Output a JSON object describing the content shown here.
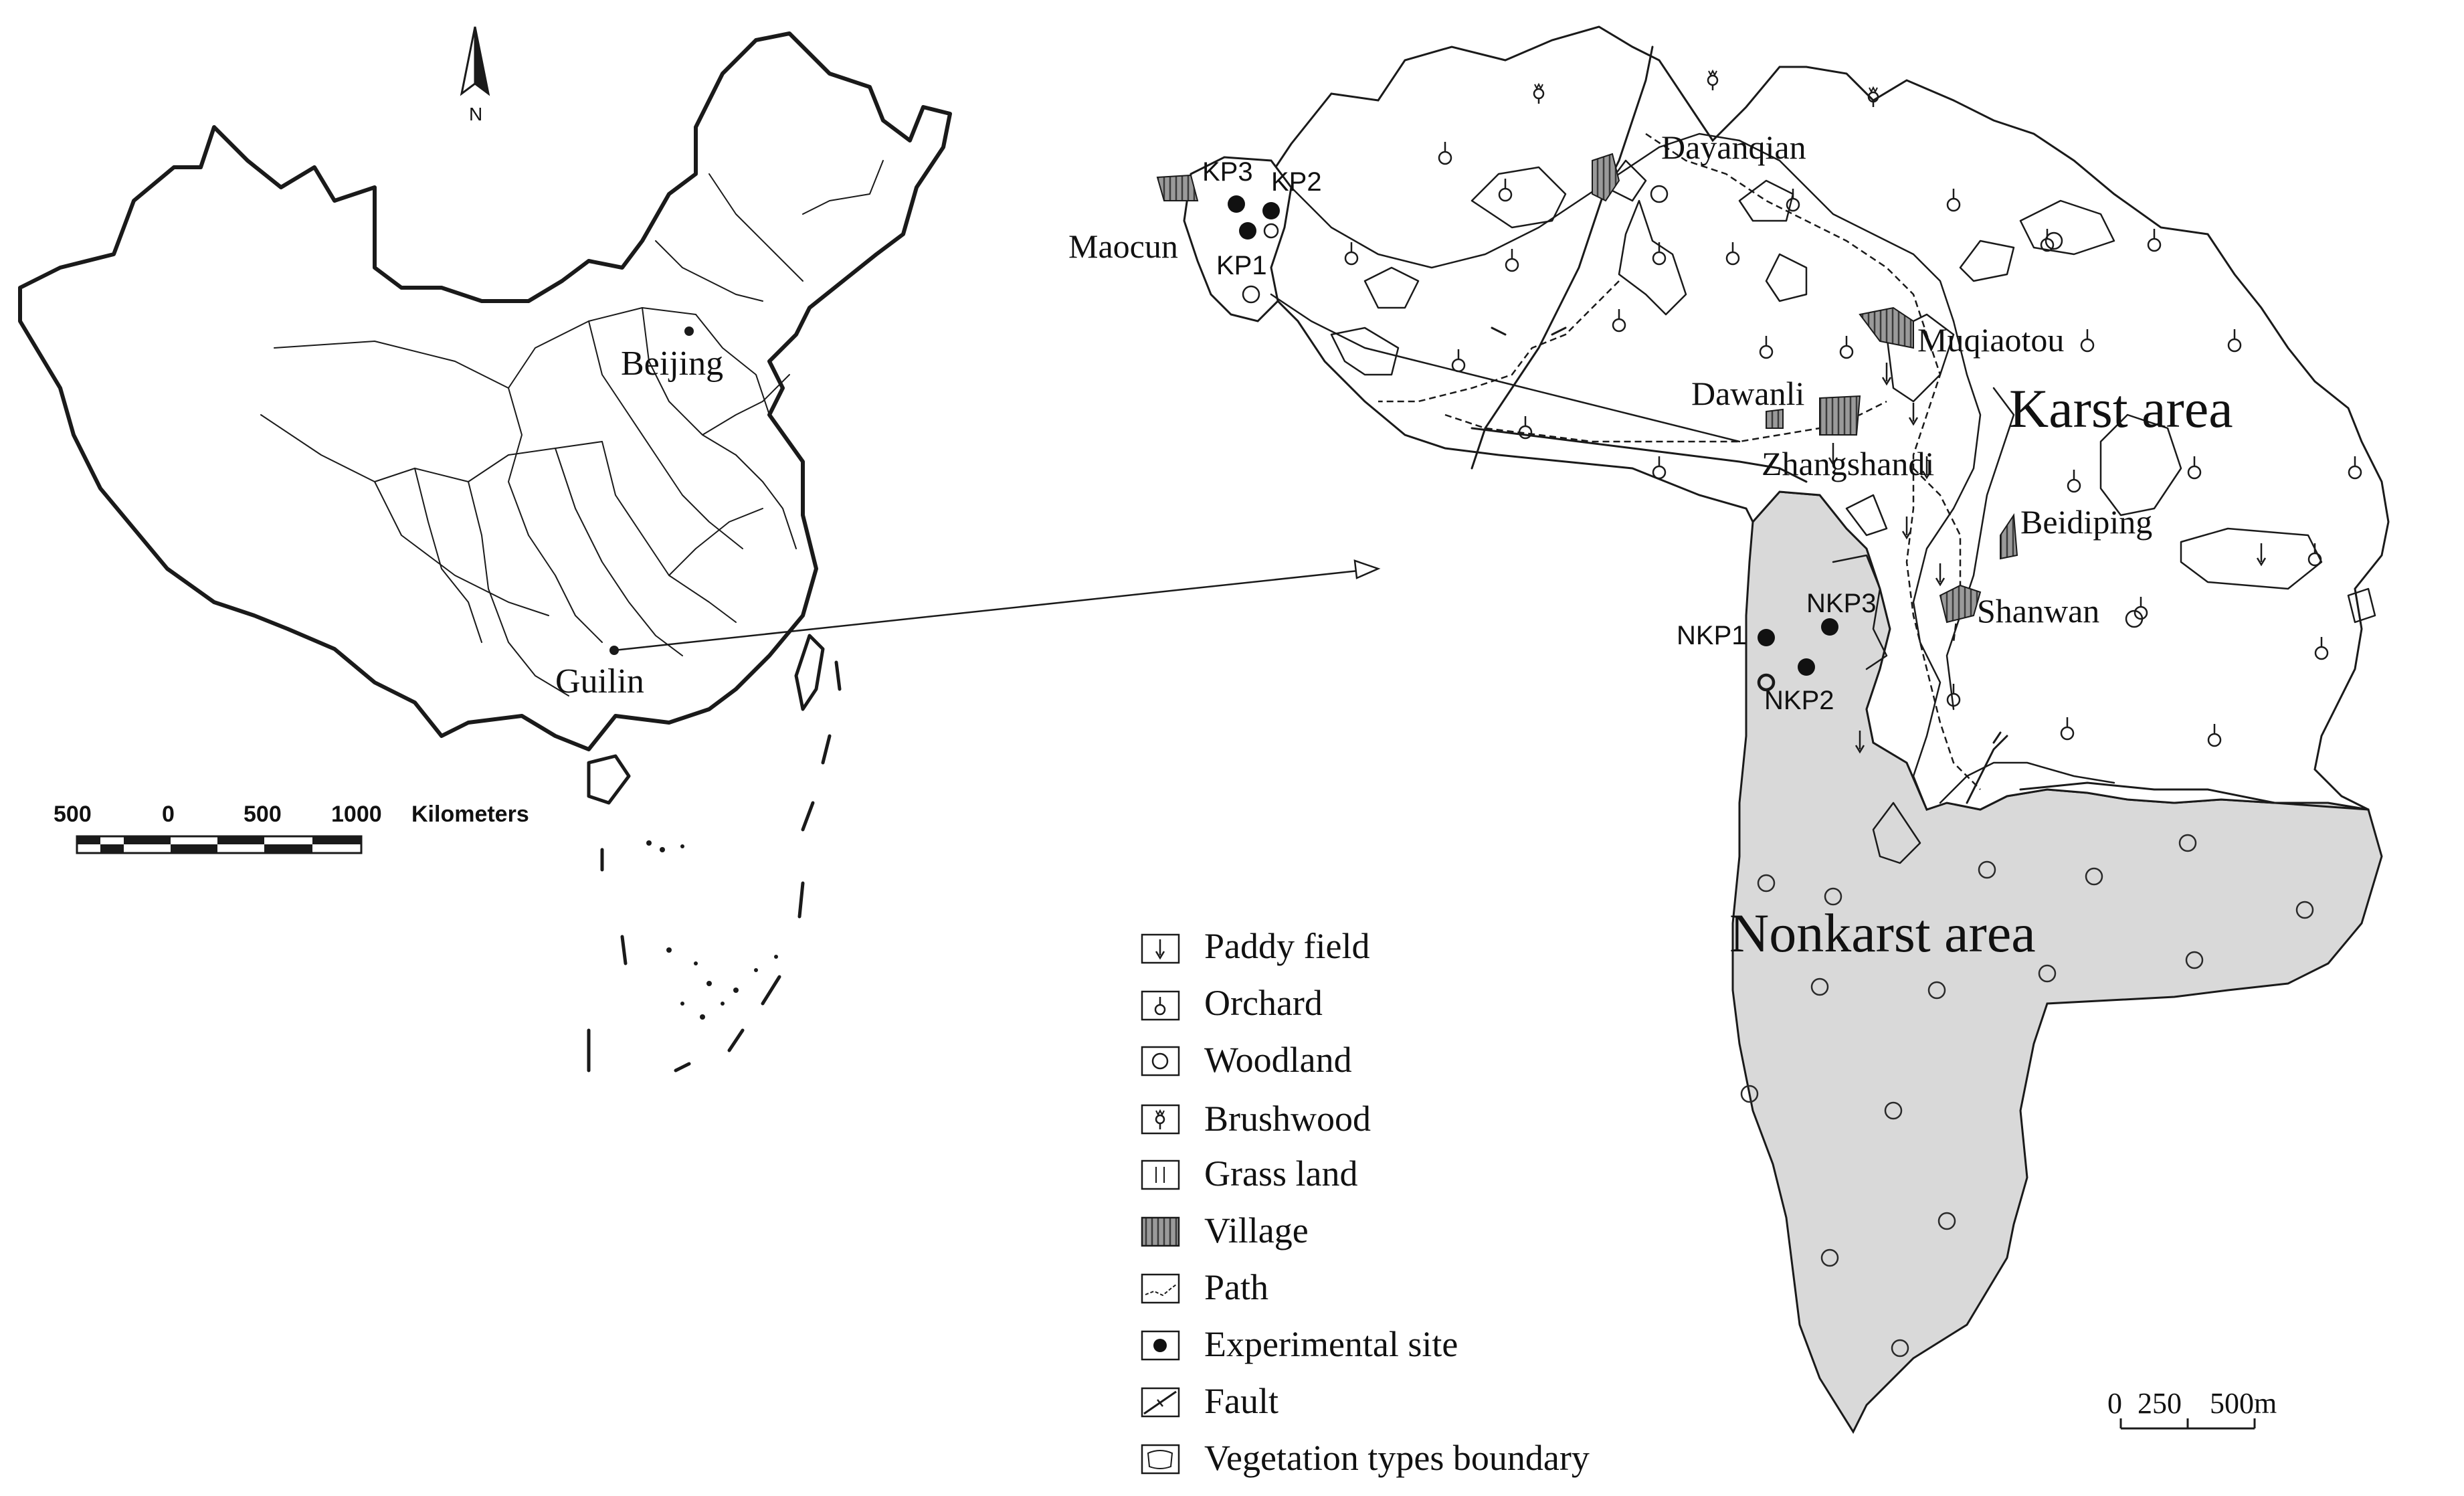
{
  "china_map": {
    "north_label": "N",
    "cities": [
      {
        "id": "beijing",
        "name": "Beijing"
      },
      {
        "id": "guilin",
        "name": "Guilin"
      }
    ],
    "scale_bar": {
      "ticks": [
        "500",
        "0",
        "500",
        "1000"
      ],
      "unit": "Kilometers"
    }
  },
  "study_area": {
    "regions": [
      {
        "id": "karst",
        "name": "Karst area",
        "fill": "#ffffff"
      },
      {
        "id": "nonkarst",
        "name": "Nonkarst area",
        "fill": "#d9d9d9"
      }
    ],
    "villages": [
      "Maocun",
      "Dayanqian",
      "Muqiaotou",
      "Dawanli",
      "Zhangshandi",
      "Beidiping",
      "Shanwan"
    ],
    "sites": [
      "KP1",
      "KP2",
      "KP3",
      "NKP1",
      "NKP2",
      "NKP3"
    ],
    "scale_bar": {
      "ticks": [
        "0",
        "250",
        "500m"
      ]
    }
  },
  "legend": {
    "items": [
      {
        "id": "paddy",
        "label": "Paddy field",
        "icon": "paddy-field-symbol"
      },
      {
        "id": "orchard",
        "label": "Orchard",
        "icon": "orchard-symbol"
      },
      {
        "id": "woodland",
        "label": "Woodland",
        "icon": "woodland-symbol"
      },
      {
        "id": "brushwood",
        "label": "Brushwood",
        "icon": "brushwood-symbol"
      },
      {
        "id": "grass",
        "label": "Grass land",
        "icon": "grass-land-symbol"
      },
      {
        "id": "village",
        "label": "Village",
        "icon": "village-hatch-symbol"
      },
      {
        "id": "path",
        "label": "Path",
        "icon": "path-dashed-symbol"
      },
      {
        "id": "site",
        "label": "Experimental site",
        "icon": "experimental-site-dot"
      },
      {
        "id": "fault",
        "label": "Fault",
        "icon": "fault-line-symbol"
      },
      {
        "id": "boundary",
        "label": "Vegetation types boundary",
        "icon": "vegetation-boundary-symbol"
      }
    ]
  },
  "colors": {
    "ink": "#1a1a1a",
    "nonkarst_fill": "#d9d9d9",
    "village_fill": "#8a8a8a",
    "site_fill": "#111111"
  }
}
